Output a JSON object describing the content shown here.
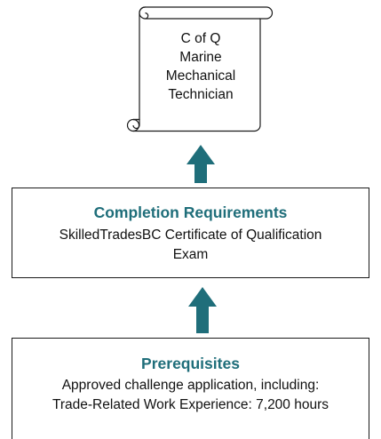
{
  "certificate": {
    "lines": [
      "C of Q",
      "Marine",
      "Mechanical",
      "Technician"
    ]
  },
  "completion": {
    "title": "Completion Requirements",
    "lines": [
      "SkilledTradesBC Certificate of Qualification",
      "Exam"
    ]
  },
  "prerequisites": {
    "title": "Prerequisites",
    "lines": [
      "Approved challenge application, including:",
      "Trade-Related Work Experience: 7,200 hours"
    ]
  },
  "colors": {
    "accent": "#1f6e7a",
    "border": "#1a1a1a"
  }
}
